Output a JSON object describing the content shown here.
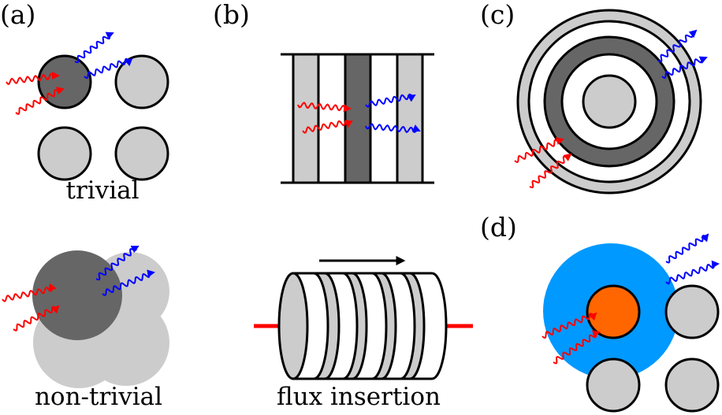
{
  "panels": {
    "a": {
      "label": "(a)",
      "caption_top": "trivial",
      "caption_bottom": "non-trivial"
    },
    "b": {
      "label": "(b)",
      "caption_bottom": "flux insertion"
    },
    "c": {
      "label": "(c)"
    },
    "d": {
      "label": "(d)"
    }
  },
  "colors": {
    "light_gray": "#cccccc",
    "dark_gray": "#666666",
    "incoming_wave": "#ff0000",
    "outgoing_wave": "#0000ff",
    "cyan": "#0099ff",
    "orange": "#ff6600",
    "flux_lead": "#ff0000"
  },
  "icons": {
    "incoming": "red-wavy-arrow",
    "outgoing": "blue-wavy-arrow",
    "flux_direction": "black-arrow"
  }
}
